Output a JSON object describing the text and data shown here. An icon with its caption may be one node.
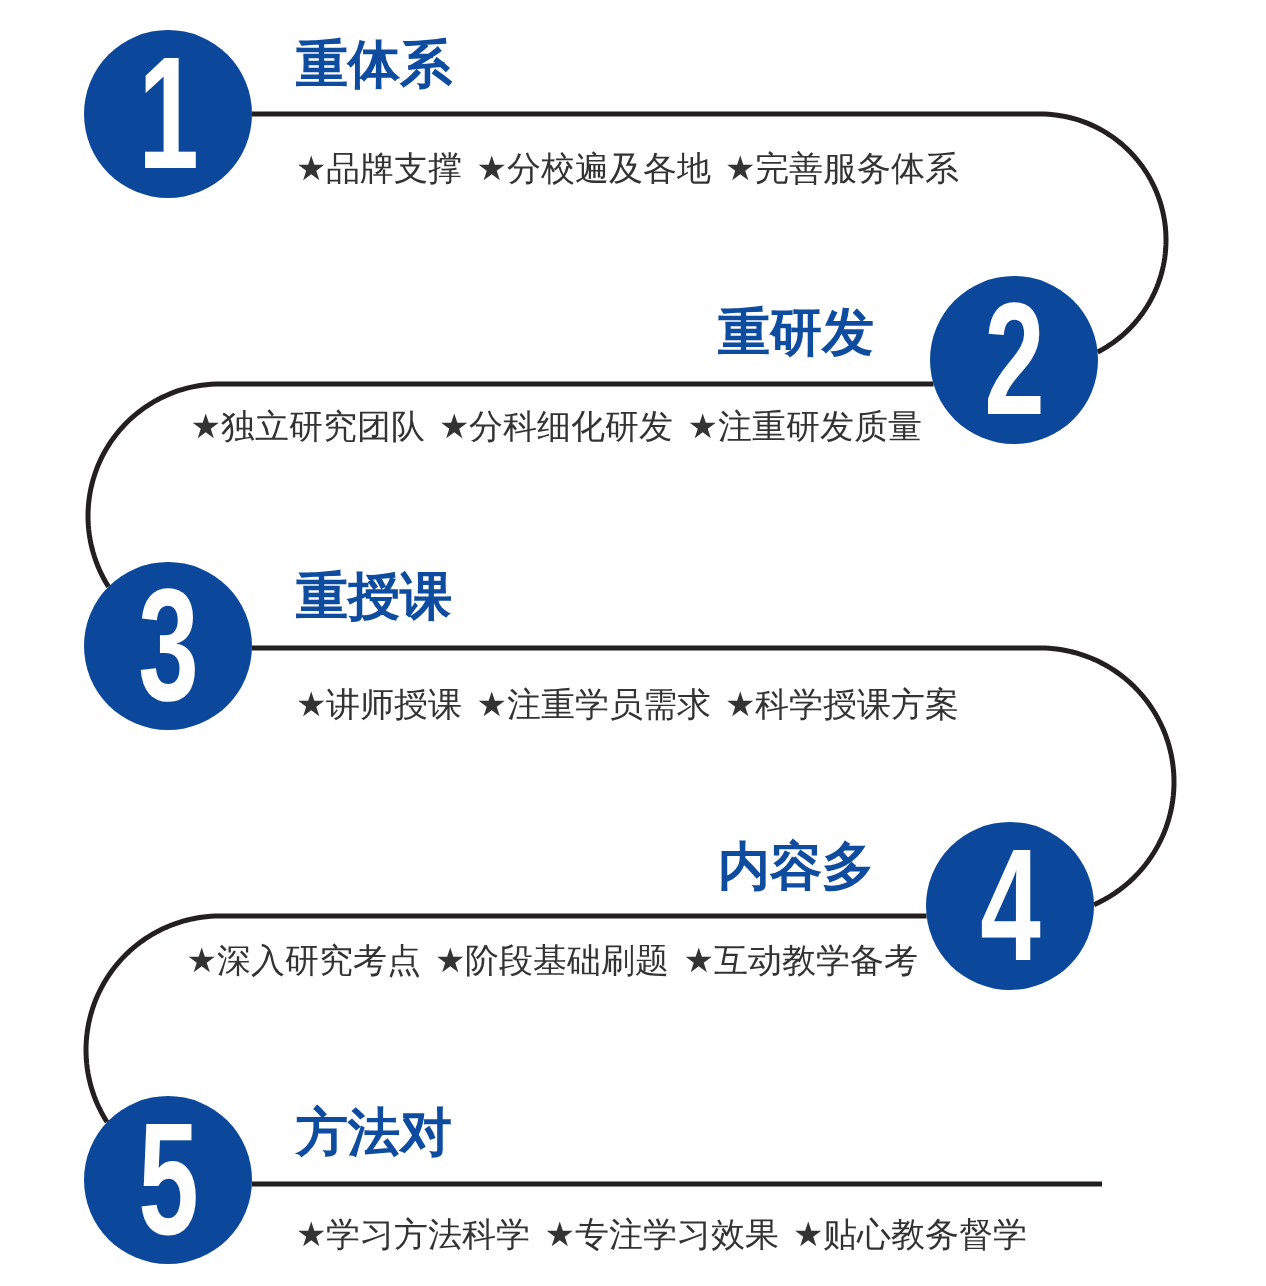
{
  "diagram": {
    "nodes": [
      {
        "text": [
          "1"
        ],
        "beside": [
          "重体系",
          "★品牌支撑",
          "★分校遍及各地",
          "★完善服务体系"
        ]
      },
      {
        "text": [
          "2"
        ],
        "beside": [
          "重研发",
          "★独立研究团队",
          "★分科细化研发",
          "★注重研发质量"
        ]
      },
      {
        "text": [
          "3"
        ],
        "beside": [
          "重授课",
          "★讲师授课",
          "★注重学员需求",
          "★科学授课方案"
        ]
      },
      {
        "text": [
          "4"
        ],
        "beside": [
          "内容多",
          "★深入研究考点",
          "★阶段基础刷题",
          "★互动教学备考"
        ]
      },
      {
        "text": [
          "5"
        ],
        "beside": [
          "方法对",
          "★学习方法科学",
          "★专注学习效果",
          "★贴心教务督学"
        ]
      }
    ],
    "edges": [
      {
        "from": 0,
        "to": 1,
        "arrow": "none"
      },
      {
        "from": 1,
        "to": 2,
        "arrow": "none"
      },
      {
        "from": 2,
        "to": 3,
        "arrow": "none"
      },
      {
        "from": 3,
        "to": 4,
        "arrow": "none"
      },
      {
        "from": 4,
        "to": null,
        "arrow": "none"
      }
    ]
  }
}
